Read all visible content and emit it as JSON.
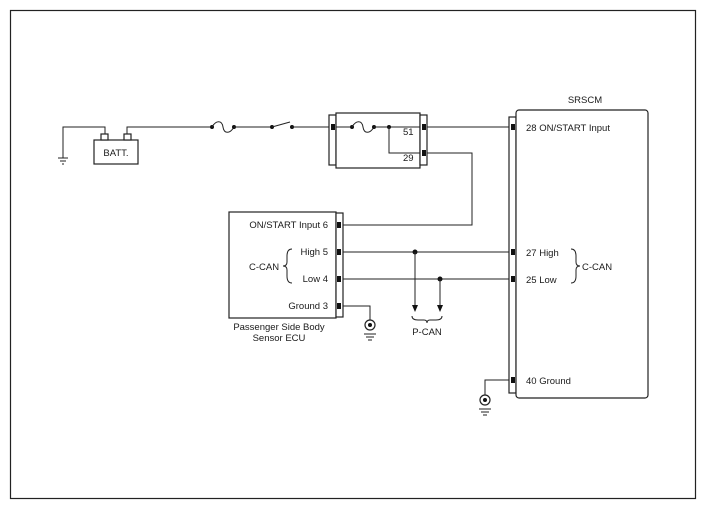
{
  "battery": {
    "label": "BATT."
  },
  "ecu": {
    "name_line1": "Passenger Side Body",
    "name_line2": "Sensor ECU",
    "pins": {
      "on_start": "ON/START Input 6",
      "high": "High 5",
      "low": "Low 4",
      "ground": "Ground 3"
    },
    "bus_label": "C-CAN"
  },
  "junction": {
    "pin_a": "51",
    "pin_b": "29"
  },
  "srscm": {
    "name": "SRSCM",
    "pins": {
      "on_start": "28 ON/START Input",
      "high": "27 High",
      "low": "25 Low",
      "ground": "40 Ground"
    },
    "bus_label": "C-CAN"
  },
  "pcan": {
    "label": "P-CAN"
  }
}
